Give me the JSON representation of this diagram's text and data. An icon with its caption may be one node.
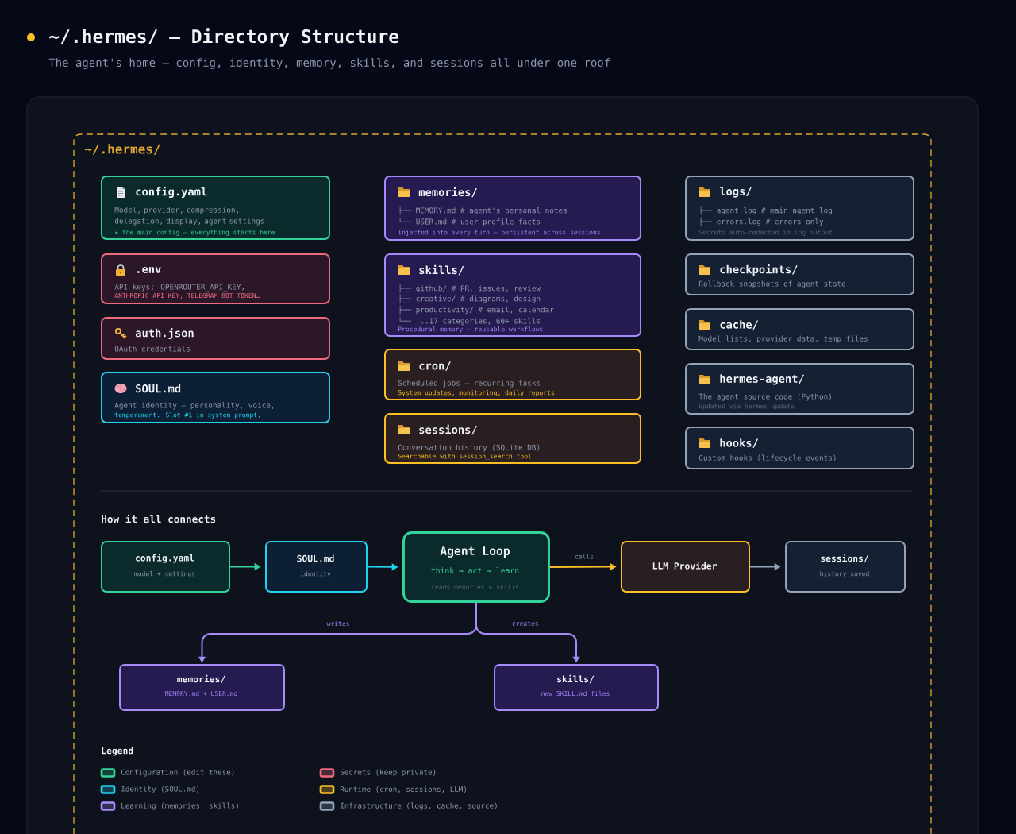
{
  "diagram": {
    "title": "~/.hermes/ — Directory Structure",
    "caption": "The agent's home — config, identity, memory, skills, and sessions all under one roof",
    "nodes": [
      {
        "text": [
          "~/.hermes/"
        ]
      },
      {
        "text": [
          "config.yaml",
          "Model, provider, compression, delegation, display, agent settings",
          "★ the main config — everything starts here"
        ],
        "in": 0
      },
      {
        "text": [
          ".env",
          "API keys: OPENROUTER_API_KEY,",
          "ANTHROPIC_API_KEY, TELEGRAM_BOT_TOKEN…"
        ],
        "in": 0
      },
      {
        "text": [
          "auth.json",
          "OAuth credentials"
        ],
        "in": 0
      },
      {
        "text": [
          "SOUL.md",
          "Agent identity — personality, voice,",
          "temperament. Slot #1 in system prompt."
        ],
        "in": 0
      },
      {
        "text": [
          "memories/",
          "├── MEMORY.md # agent's personal notes",
          "└── USER.md # user profile facts",
          "Injected into every turn — persistent across sessions"
        ],
        "in": 0
      },
      {
        "text": [
          "skills/",
          "├── github/ # PR, issues, review",
          "├── creative/ # diagrams, design",
          "├── productivity/ # email, calendar",
          "└── ...17 categories, 60+ skills",
          "Procedural memory — reusable workflows"
        ],
        "in": 0
      },
      {
        "text": [
          "cron/",
          "Scheduled jobs — recurring tasks",
          "System updates, monitoring, daily reports"
        ],
        "in": 0
      },
      {
        "text": [
          "sessions/",
          "Conversation history (SQLite DB)",
          "Searchable with session_search tool"
        ],
        "in": 0
      },
      {
        "text": [
          "logs/",
          "├── agent.log # main agent log",
          "├── errors.log # errors only",
          "Secrets auto-redacted in log output"
        ],
        "in": 0
      },
      {
        "text": [
          "checkpoints/",
          "Rollback snapshots of agent state"
        ],
        "in": 0
      },
      {
        "text": [
          "cache/",
          "Model lists, provider data, temp files"
        ],
        "in": 0
      },
      {
        "text": [
          "hermes-agent/",
          "The agent source code (Python)",
          "Updated via hermes update"
        ],
        "in": 0
      },
      {
        "text": [
          "hooks/",
          "Custom hooks (lifecycle events)"
        ],
        "in": 0
      },
      {
        "text": [
          "config.yaml",
          "model + settings"
        ],
        "in": 0
      },
      {
        "text": [
          "SOUL.md",
          "identity"
        ],
        "in": 0
      },
      {
        "text": [
          "Agent Loop",
          "think → act → learn",
          "reads memories + skills"
        ],
        "in": 0
      },
      {
        "text": [
          "LLM Provider"
        ],
        "in": 0
      },
      {
        "text": [
          "sessions/",
          "history saved"
        ],
        "in": 0
      },
      {
        "text": [
          "memories/",
          "MEMORY.md + USER.md"
        ],
        "in": 0
      },
      {
        "text": [
          "skills/",
          "new SKILL.md files"
        ],
        "in": 0
      }
    ],
    "edges": [
      {
        "from": 14,
        "to": 15,
        "arrow": "to",
        "color": "#34d399"
      },
      {
        "from": 15,
        "to": 16,
        "arrow": "to",
        "color": "#22d3ee"
      },
      {
        "from": 16,
        "to": 17,
        "arrow": "to",
        "label": "calls",
        "color": "#fbbf24"
      },
      {
        "from": 17,
        "to": 18,
        "arrow": "to",
        "color": "#94a3b8"
      },
      {
        "from": 16,
        "to": 19,
        "arrow": "to",
        "label": "writes",
        "color": "#a78bfa"
      },
      {
        "from": 16,
        "to": 20,
        "arrow": "to",
        "label": "creates",
        "color": "#a78bfa"
      }
    ],
    "labels": [
      "How it all connects",
      "Legend"
    ],
    "legend": [
      {
        "text": "Configuration (edit these)",
        "color": "#34d399"
      },
      {
        "text": "Secrets (keep private)",
        "color": "#f0697f"
      },
      {
        "text": "Identity (SOUL.md)",
        "color": "#22d3ee"
      },
      {
        "text": "Runtime (cron, sessions, LLM)",
        "color": "#fbbf24"
      },
      {
        "text": "Learning (memories, skills)",
        "color": "#a78bfa"
      },
      {
        "text": "Infrastructure (logs, cache, source)",
        "color": "#94a3b8"
      }
    ]
  }
}
